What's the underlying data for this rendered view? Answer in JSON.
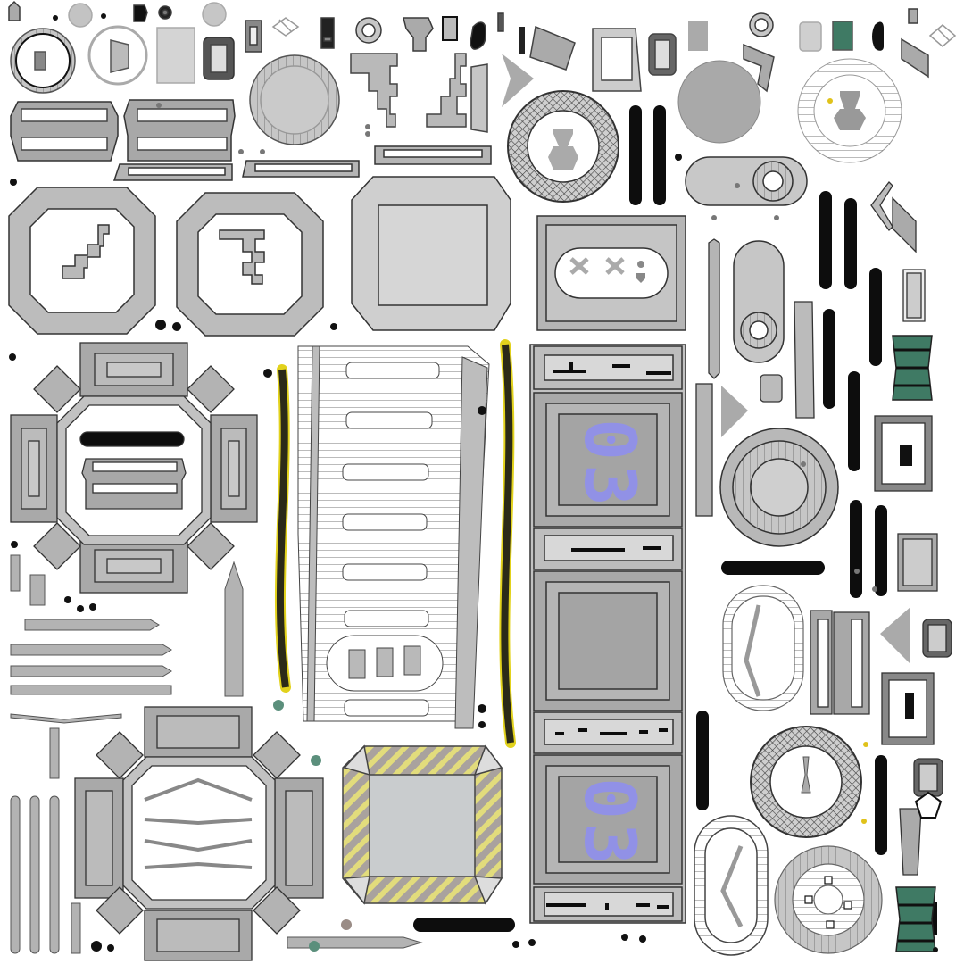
{
  "sheet": {
    "type": "texture-atlas",
    "background": "#ffffff",
    "colors": {
      "metal": "#bdbdbd",
      "metal_dark": "#9c9c9c",
      "outline": "#3a3a3a",
      "black": "#0d0d0d",
      "label_blue": "#8f90ee",
      "hazard_yellow": "#e4df7a",
      "hazard_base": "#aba39f",
      "green_patina": "#3f7a64",
      "strap_dark": "#2b2a18",
      "strap_edge": "#e2d21c"
    }
  },
  "panels": {
    "upper_label": "03",
    "lower_label": "03"
  }
}
